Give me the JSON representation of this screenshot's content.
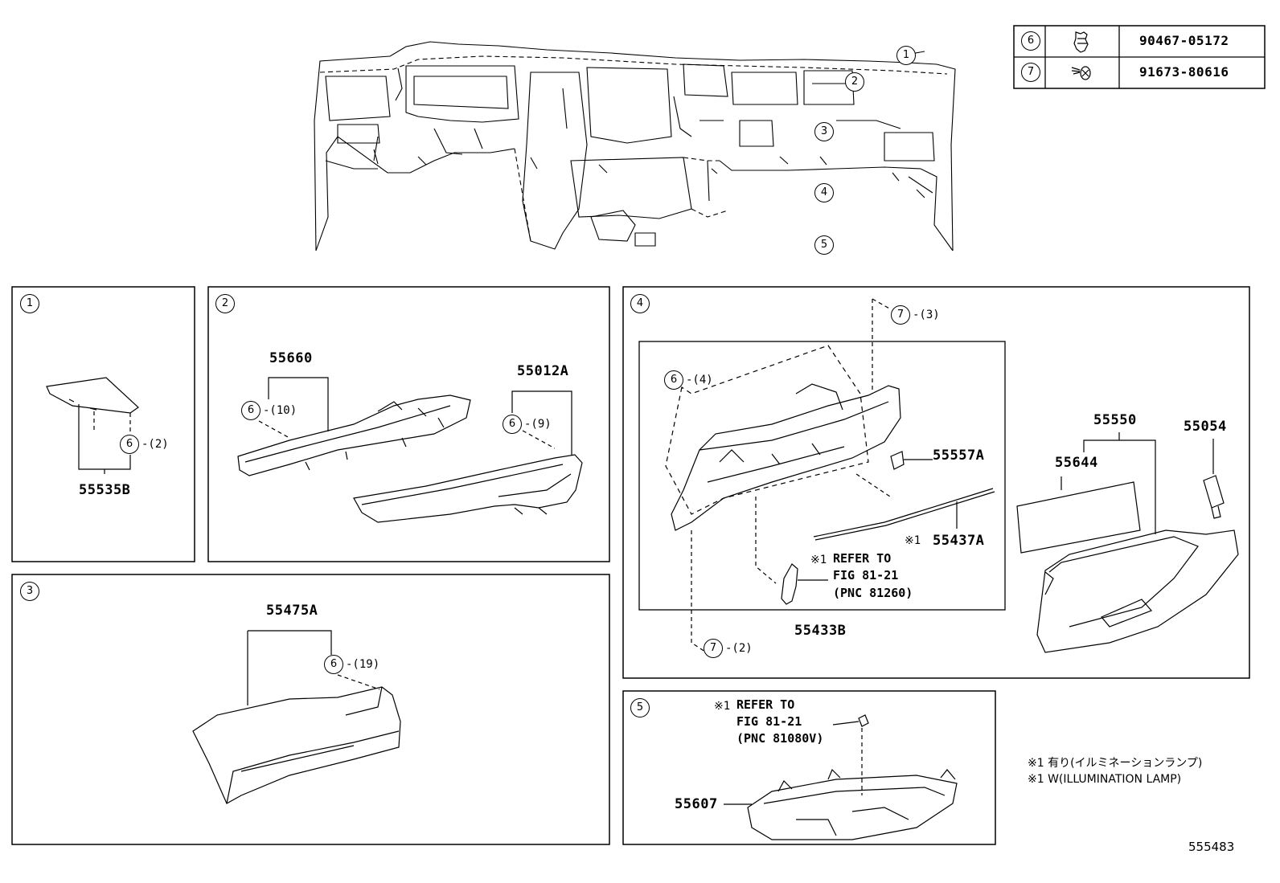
{
  "fastener_table": {
    "rows": [
      {
        "key": "6",
        "part": "90467-05172",
        "icon": "clip-icon"
      },
      {
        "key": "7",
        "part": "91673-80616",
        "icon": "screw-icon"
      }
    ]
  },
  "overview": {
    "callouts": [
      "1",
      "2",
      "3",
      "4",
      "5"
    ]
  },
  "panels": {
    "p1": {
      "number": "1",
      "part": "55535B",
      "clip_key": "6",
      "clip_qty": "-(2)"
    },
    "p2": {
      "number": "2",
      "part_a": "55660",
      "clip_a_key": "6",
      "clip_a_qty": "-(10)",
      "part_b": "55012A",
      "clip_b_key": "6",
      "clip_b_qty": "-(9)"
    },
    "p3": {
      "number": "3",
      "part": "55475A",
      "clip_key": "6",
      "clip_qty": "-(19)"
    },
    "p4": {
      "number": "4",
      "screw_top_key": "7",
      "screw_top_qty": "-(3)",
      "clip_key": "6",
      "clip_qty": "-(4)",
      "part_damper": "55557A",
      "part_rod": "55437A",
      "rod_note_mark": "※1",
      "ref_mark": "※1",
      "ref_line1": "REFER TO",
      "ref_line2": "FIG 81-21",
      "ref_line3": "(PNC 81260)",
      "part_assy": "55433B",
      "screw_bottom_key": "7",
      "screw_bottom_qty": "-(2)",
      "part_box": "55550",
      "part_pad": "55644",
      "part_lamp": "55054"
    },
    "p5": {
      "number": "5",
      "ref_mark": "※1",
      "ref_line1": "REFER TO",
      "ref_line2": "FIG 81-21",
      "ref_line3": "(PNC 81080V)",
      "part_box": "55607"
    }
  },
  "notes": {
    "line_jp": "※1 有り(イルミネーションランプ)",
    "line_en": "※1 W(ILLUMINATION LAMP)"
  },
  "figure_id": "555483"
}
